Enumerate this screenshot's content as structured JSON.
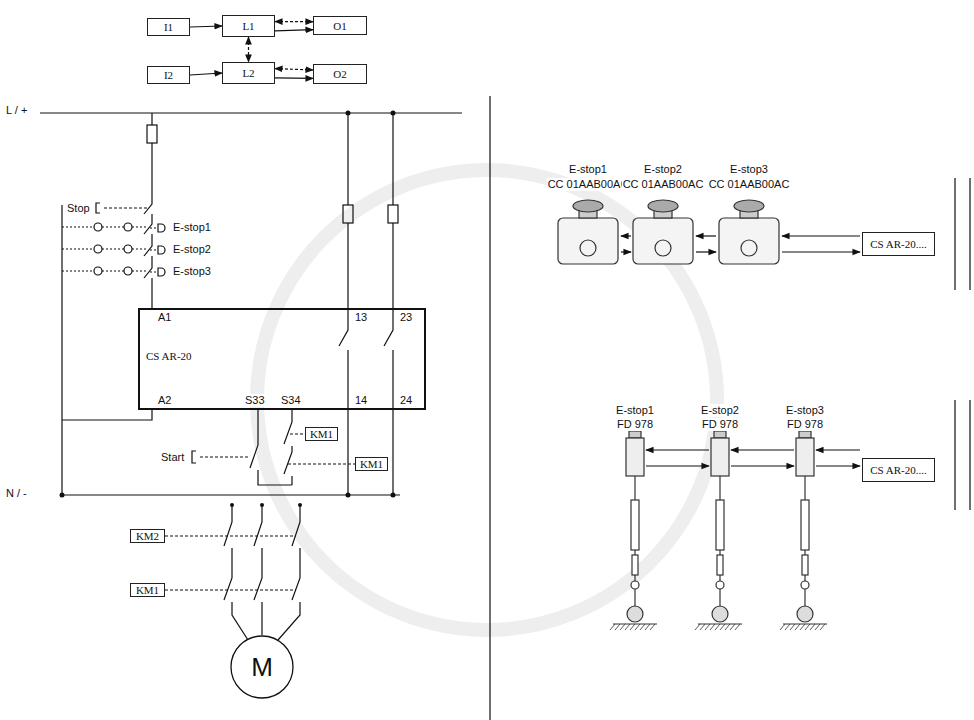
{
  "diagram": {
    "nodes": [
      {
        "text": [
          "I1"
        ]
      },
      {
        "text": [
          "L1"
        ]
      },
      {
        "text": [
          "O1"
        ]
      },
      {
        "text": [
          "I2"
        ]
      },
      {
        "text": [
          "L2"
        ]
      },
      {
        "text": [
          "O2"
        ]
      },
      {
        "text": [
          "CS AR-20"
        ]
      },
      {
        "text": [
          "KM1"
        ]
      },
      {
        "text": [
          "KM1"
        ]
      },
      {
        "text": [
          "KM2"
        ]
      },
      {
        "text": [
          "KM1"
        ]
      },
      {
        "text": [
          "M"
        ]
      },
      {
        "text": [
          "CS AR-20...."
        ]
      },
      {
        "text": [
          "CS AR-20...."
        ]
      }
    ],
    "edges": [
      {
        "from": 0,
        "to": 1,
        "arrow": "to"
      },
      {
        "from": 1,
        "to": 2,
        "arrow": "both"
      },
      {
        "from": 1,
        "to": 2,
        "arrow": "to"
      },
      {
        "from": 1,
        "to": 4,
        "arrow": "both"
      },
      {
        "from": 3,
        "to": 4,
        "arrow": "to"
      },
      {
        "from": 4,
        "to": 5,
        "arrow": "both"
      },
      {
        "from": 4,
        "to": 5,
        "arrow": "to"
      }
    ],
    "labels": [
      "L / +",
      "N / -",
      "Stop",
      "E-stop1",
      "E-stop2",
      "E-stop3",
      "A1",
      "A2",
      "S33",
      "S34",
      "13",
      "23",
      "14",
      "24",
      "Start",
      "E-stop1",
      "CC 01AAB00AC",
      "E-stop2",
      "CC 01AAB00AC",
      "E-stop3",
      "CC 01AAB00AC",
      "E-stop1",
      "FD 978",
      "E-stop2",
      "FD 978",
      "E-stop3",
      "FD 978"
    ]
  }
}
